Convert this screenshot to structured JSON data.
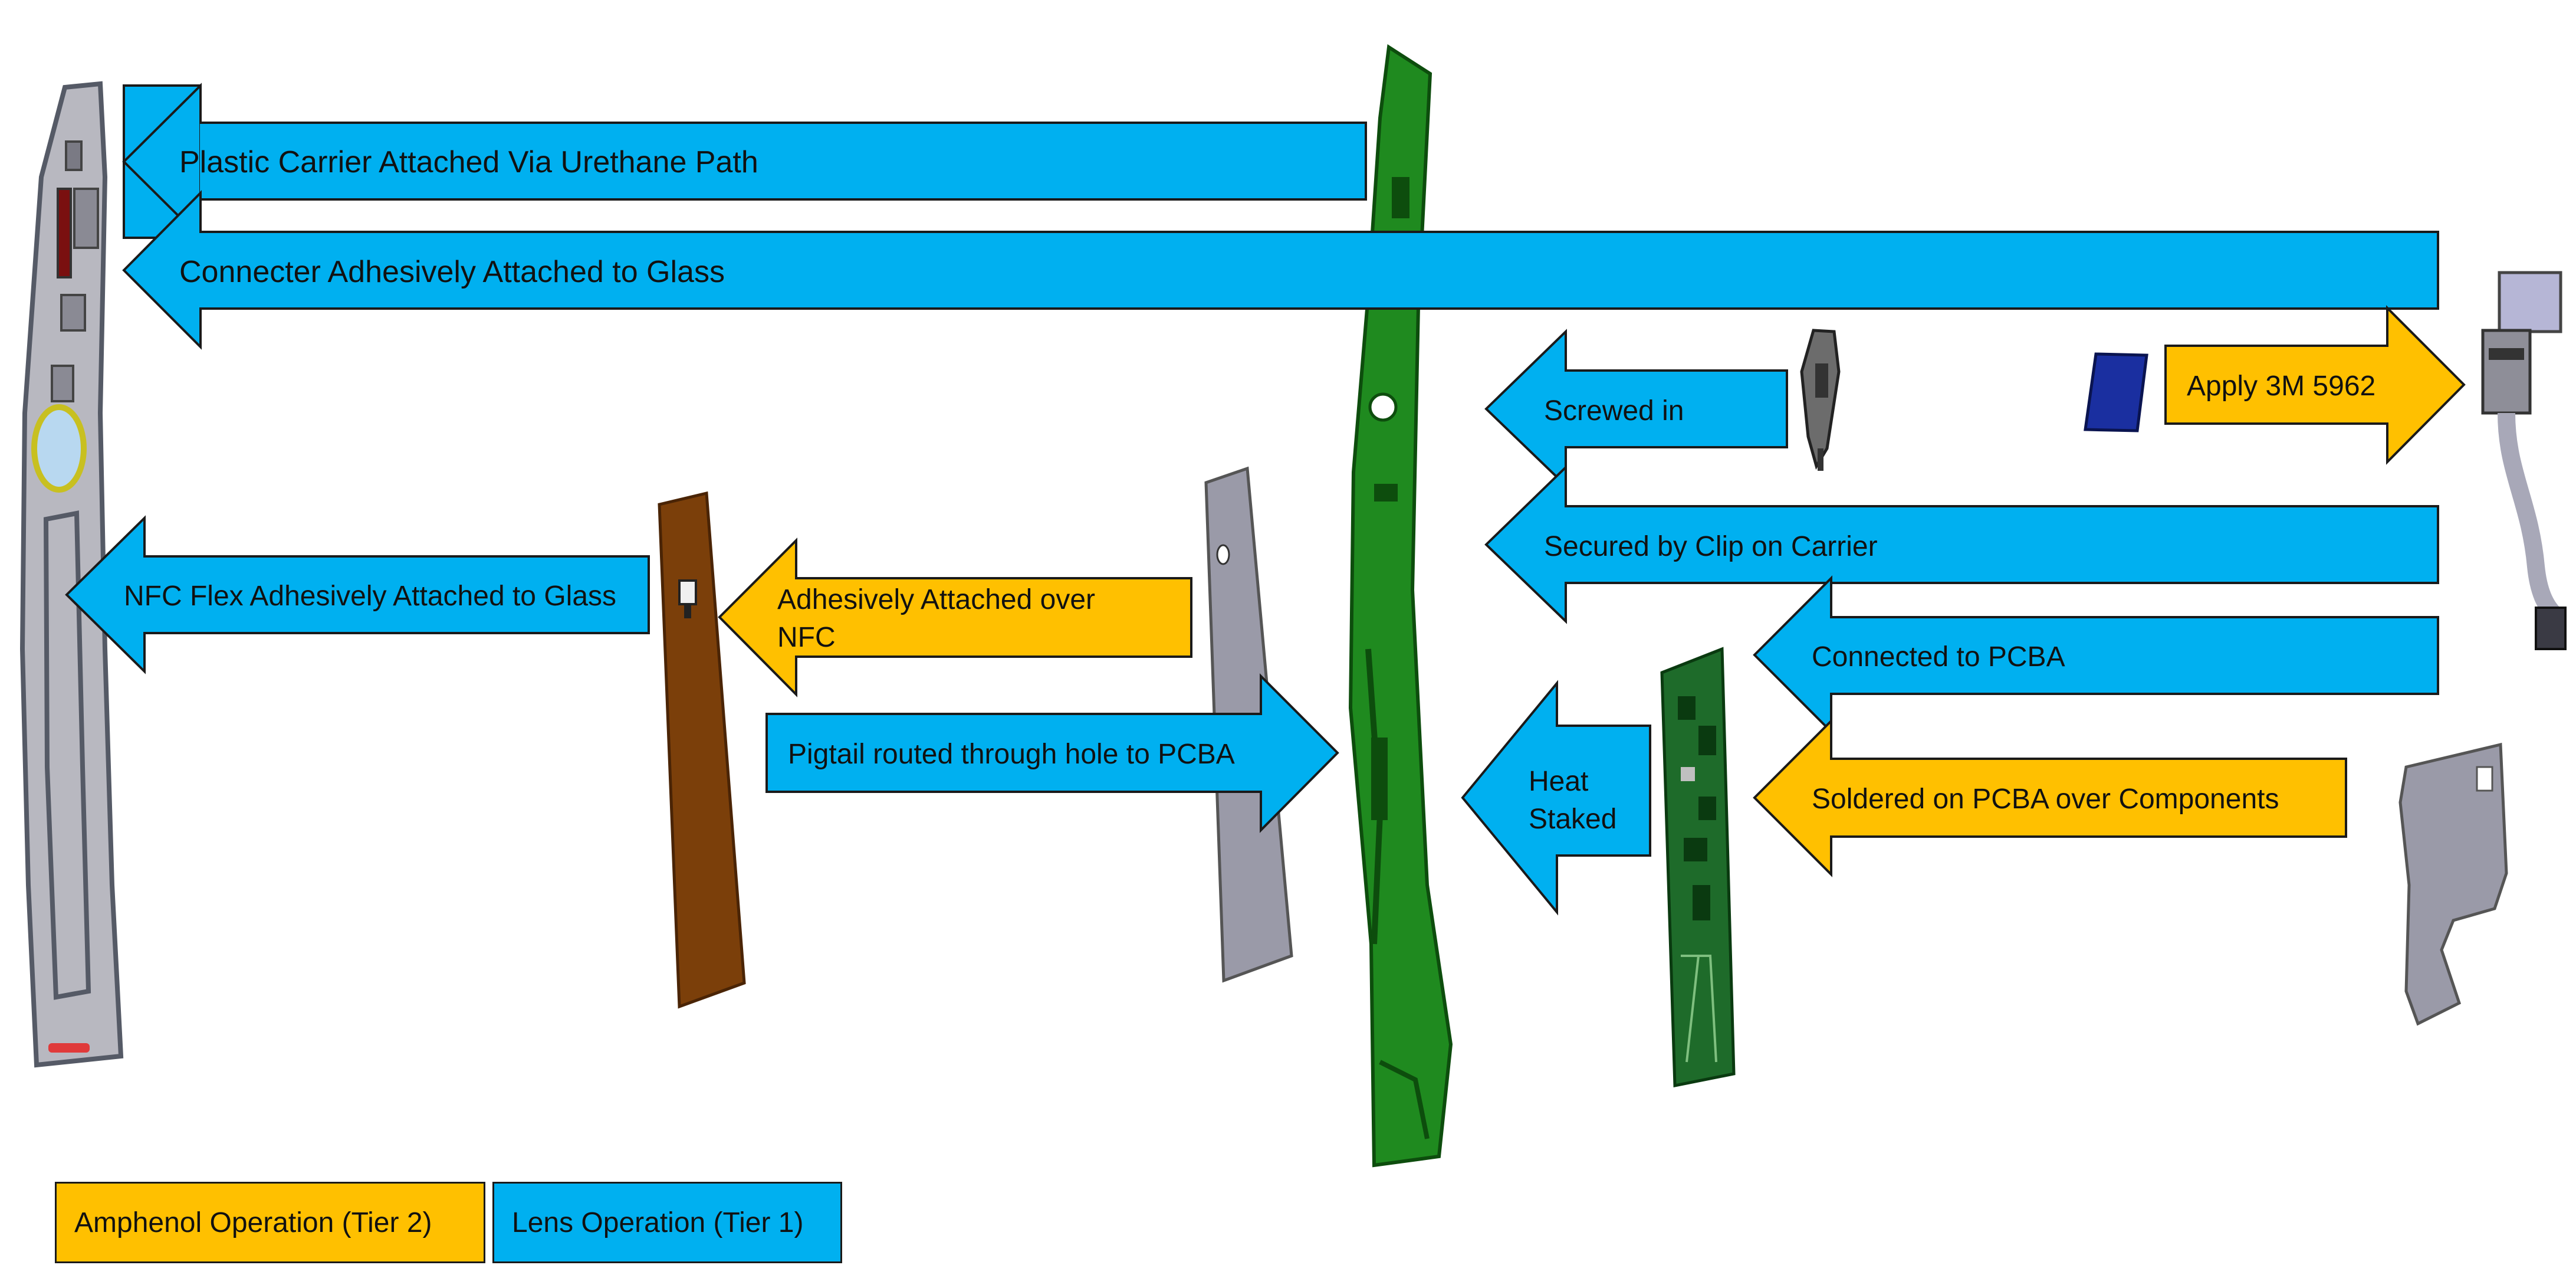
{
  "colors": {
    "tier1_blue": "#00b0f0",
    "tier2_orange": "#ffc000",
    "outline": "#1a1a1a",
    "carrier_green": "#1f8a1f",
    "flex_brown": "#7b3f0a",
    "pcba_green": "#1e6b2a",
    "gray_part": "#9a9aa8",
    "glass_gray": "#b8b8c0",
    "pad_blue": "#1a2fa0"
  },
  "arrows": {
    "plastic_carrier": "Plastic Carrier Attached Via Urethane Path",
    "connector_glass": "Connecter Adhesively Attached to Glass",
    "screwed_in": "Screwed in",
    "apply_3m": "Apply 3M 5962",
    "secured_clip": "Secured by Clip on Carrier",
    "nfc_flex": "NFC Flex Adhesively Attached to Glass",
    "adhesive_over_nfc_1": "Adhesively Attached over",
    "adhesive_over_nfc_2": "NFC",
    "connected_pcba": "Connected to PCBA",
    "pigtail": "Pigtail routed through hole to PCBA",
    "heat_staked_1": "Heat",
    "heat_staked_2": "Staked",
    "soldered": "Soldered on PCBA over Components"
  },
  "legend": {
    "amphenol": "Amphenol Operation (Tier 2)",
    "lens": "Lens Operation (Tier 1)"
  },
  "icons": {
    "glass": "glass-lens-part",
    "carrier": "plastic-carrier-part",
    "flex": "nfc-flex-part",
    "pcba": "pcba-board-part",
    "connector": "connector-harness-part",
    "bracket": "metal-bracket-part",
    "sheet": "gray-sheet-part",
    "pad": "adhesive-pad-part",
    "screw": "screw-clip-part"
  }
}
